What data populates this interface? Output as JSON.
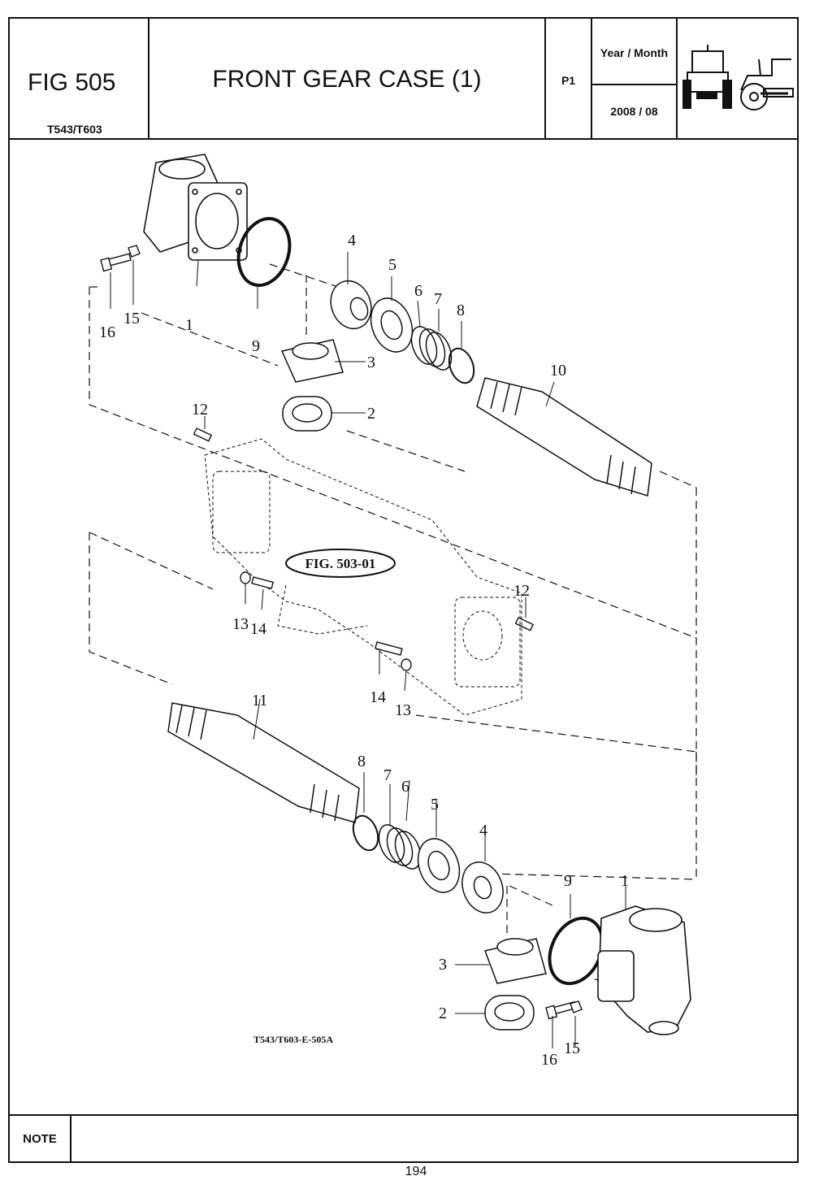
{
  "header": {
    "fig_number": "FIG 505",
    "model": "T543/T603",
    "title": "FRONT GEAR CASE (1)",
    "page_code": "P1",
    "year_month_label": "Year / Month",
    "year_month_value": "2008 / 08"
  },
  "drawing": {
    "figure_reference": "FIG. 503-01",
    "drawing_code": "T543/T603-E-505A",
    "callouts": [
      "1",
      "2",
      "3",
      "4",
      "5",
      "6",
      "7",
      "8",
      "9",
      "10",
      "11",
      "12",
      "13",
      "14",
      "15",
      "16"
    ]
  },
  "note": {
    "label": "NOTE",
    "text": ""
  },
  "page_number": "194"
}
